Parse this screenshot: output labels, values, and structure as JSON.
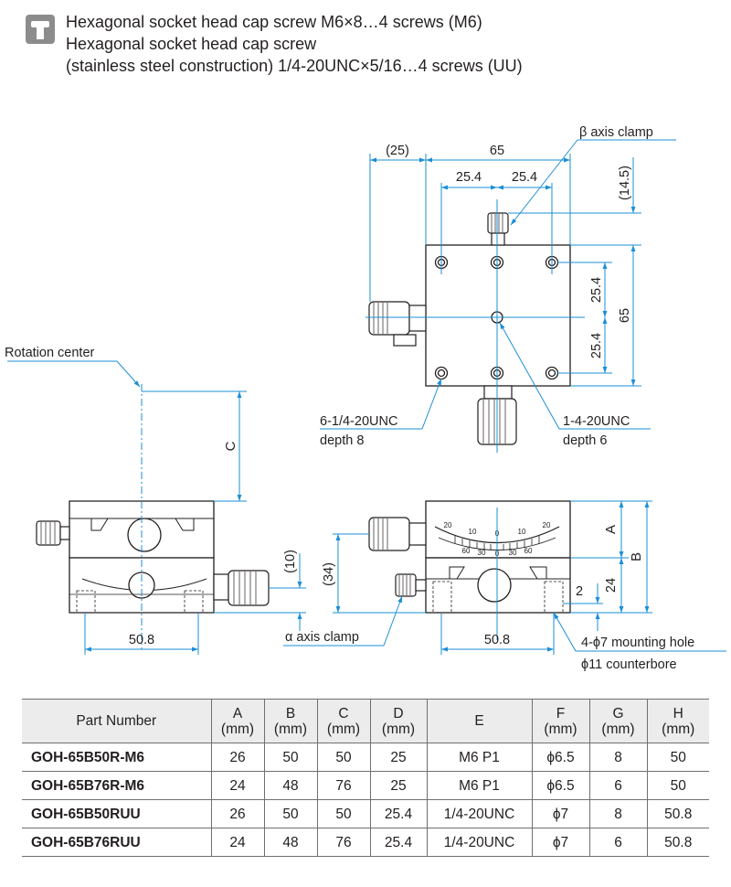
{
  "note": {
    "icon": "screw-icon",
    "lines": [
      "Hexagonal socket head cap screw M6×8…4 screws (M6)",
      "Hexagonal socket head cap screw",
      "(stainless steel construction) 1/4-20UNC×5/16…4 screws (UU)"
    ]
  },
  "drawing": {
    "top_view": {
      "dim_25": "(25)",
      "dim_65_width": "65",
      "dim_25_4_left": "25.4",
      "dim_25_4_right": "25.4",
      "dim_14_5": "(14.5)",
      "dim_25_4_upper": "25.4",
      "dim_25_4_lower": "25.4",
      "dim_65_height": "65",
      "beta_clamp": "β axis clamp",
      "tapped_holes_unc6_line1": "6-1/4-20UNC",
      "tapped_holes_unc6_line2": "depth 8",
      "tapped_hole_unc1_line1": "1-4-20UNC",
      "tapped_hole_unc1_line2": "depth 6"
    },
    "left_view": {
      "rotation_center": "Rotation center",
      "dim_c": "C",
      "dim_10": "(10)",
      "dim_50_8": "50.8"
    },
    "right_view": {
      "dim_34": "(34)",
      "dim_a": "A",
      "dim_b": "B",
      "dim_24": "24",
      "dim_2": "2",
      "dim_50_8": "50.8",
      "alpha_clamp": "α axis clamp",
      "mounting_hole_line1": "4-ϕ7 mounting hole",
      "mounting_hole_line2": "ϕ11 counterbore",
      "scale_top": [
        "20",
        "10",
        "0",
        "10",
        "20"
      ],
      "scale_bottom": [
        "60",
        "30",
        "0",
        "30",
        "60"
      ]
    }
  },
  "spec_table": {
    "headers": [
      {
        "label": "Part Number",
        "unit": ""
      },
      {
        "label": "A",
        "unit": "(mm)"
      },
      {
        "label": "B",
        "unit": "(mm)"
      },
      {
        "label": "C",
        "unit": "(mm)"
      },
      {
        "label": "D",
        "unit": "(mm)"
      },
      {
        "label": "E",
        "unit": ""
      },
      {
        "label": "F",
        "unit": "(mm)"
      },
      {
        "label": "G",
        "unit": "(mm)"
      },
      {
        "label": "H",
        "unit": "(mm)"
      }
    ],
    "rows": [
      [
        "GOH-65B50R-M6",
        "26",
        "50",
        "50",
        "25",
        "M6 P1",
        "ϕ6.5",
        "8",
        "50"
      ],
      [
        "GOH-65B76R-M6",
        "24",
        "48",
        "76",
        "25",
        "M6 P1",
        "ϕ6.5",
        "6",
        "50"
      ],
      [
        "GOH-65B50RUU",
        "26",
        "50",
        "50",
        "25.4",
        "1/4-20UNC",
        "ϕ7",
        "8",
        "50.8"
      ],
      [
        "GOH-65B76RUU",
        "24",
        "48",
        "76",
        "25.4",
        "1/4-20UNC",
        "ϕ7",
        "6",
        "50.8"
      ]
    ]
  }
}
